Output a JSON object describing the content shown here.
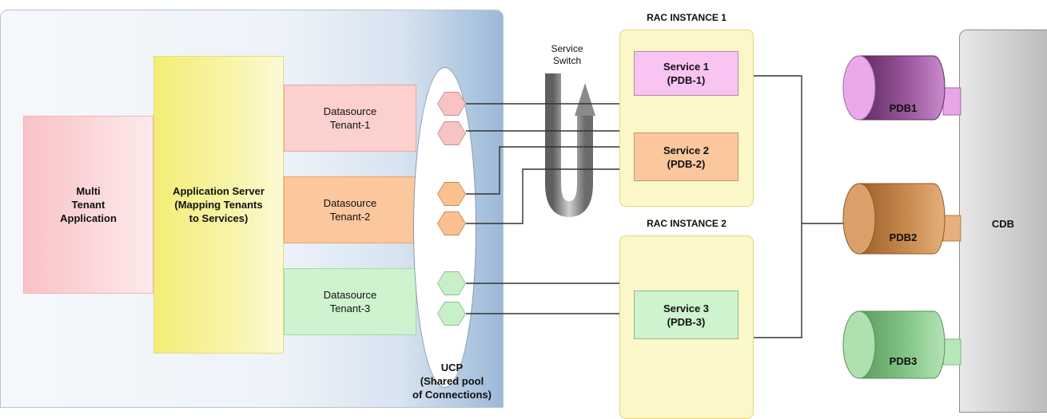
{
  "application": {
    "multi_tenant_app": "Multi\nTenant\nApplication",
    "app_server": "Application Server\n(Mapping Tenants\nto Services)"
  },
  "datasources": [
    {
      "label": "Datasource\nTenant-1"
    },
    {
      "label": "Datasource\nTenant-2"
    },
    {
      "label": "Datasource\nTenant-3"
    }
  ],
  "ucp": {
    "label": "UCP\n(Shared pool\nof Connections)"
  },
  "service_switch": {
    "label": "Service\nSwitch"
  },
  "rac_instances": [
    {
      "title": "RAC INSTANCE 1",
      "services": [
        {
          "label": "Service 1\n(PDB-1)"
        },
        {
          "label": "Service 2\n(PDB-2)"
        }
      ]
    },
    {
      "title": "RAC INSTANCE 2",
      "services": [
        {
          "label": "Service 3\n(PDB-3)"
        }
      ]
    }
  ],
  "pdbs": [
    {
      "label": "PDB1",
      "color": "#c27ec7"
    },
    {
      "label": "PDB2",
      "color": "#d49a5f"
    },
    {
      "label": "PDB3",
      "color": "#86c98a"
    }
  ],
  "cdb": {
    "label": "CDB"
  }
}
